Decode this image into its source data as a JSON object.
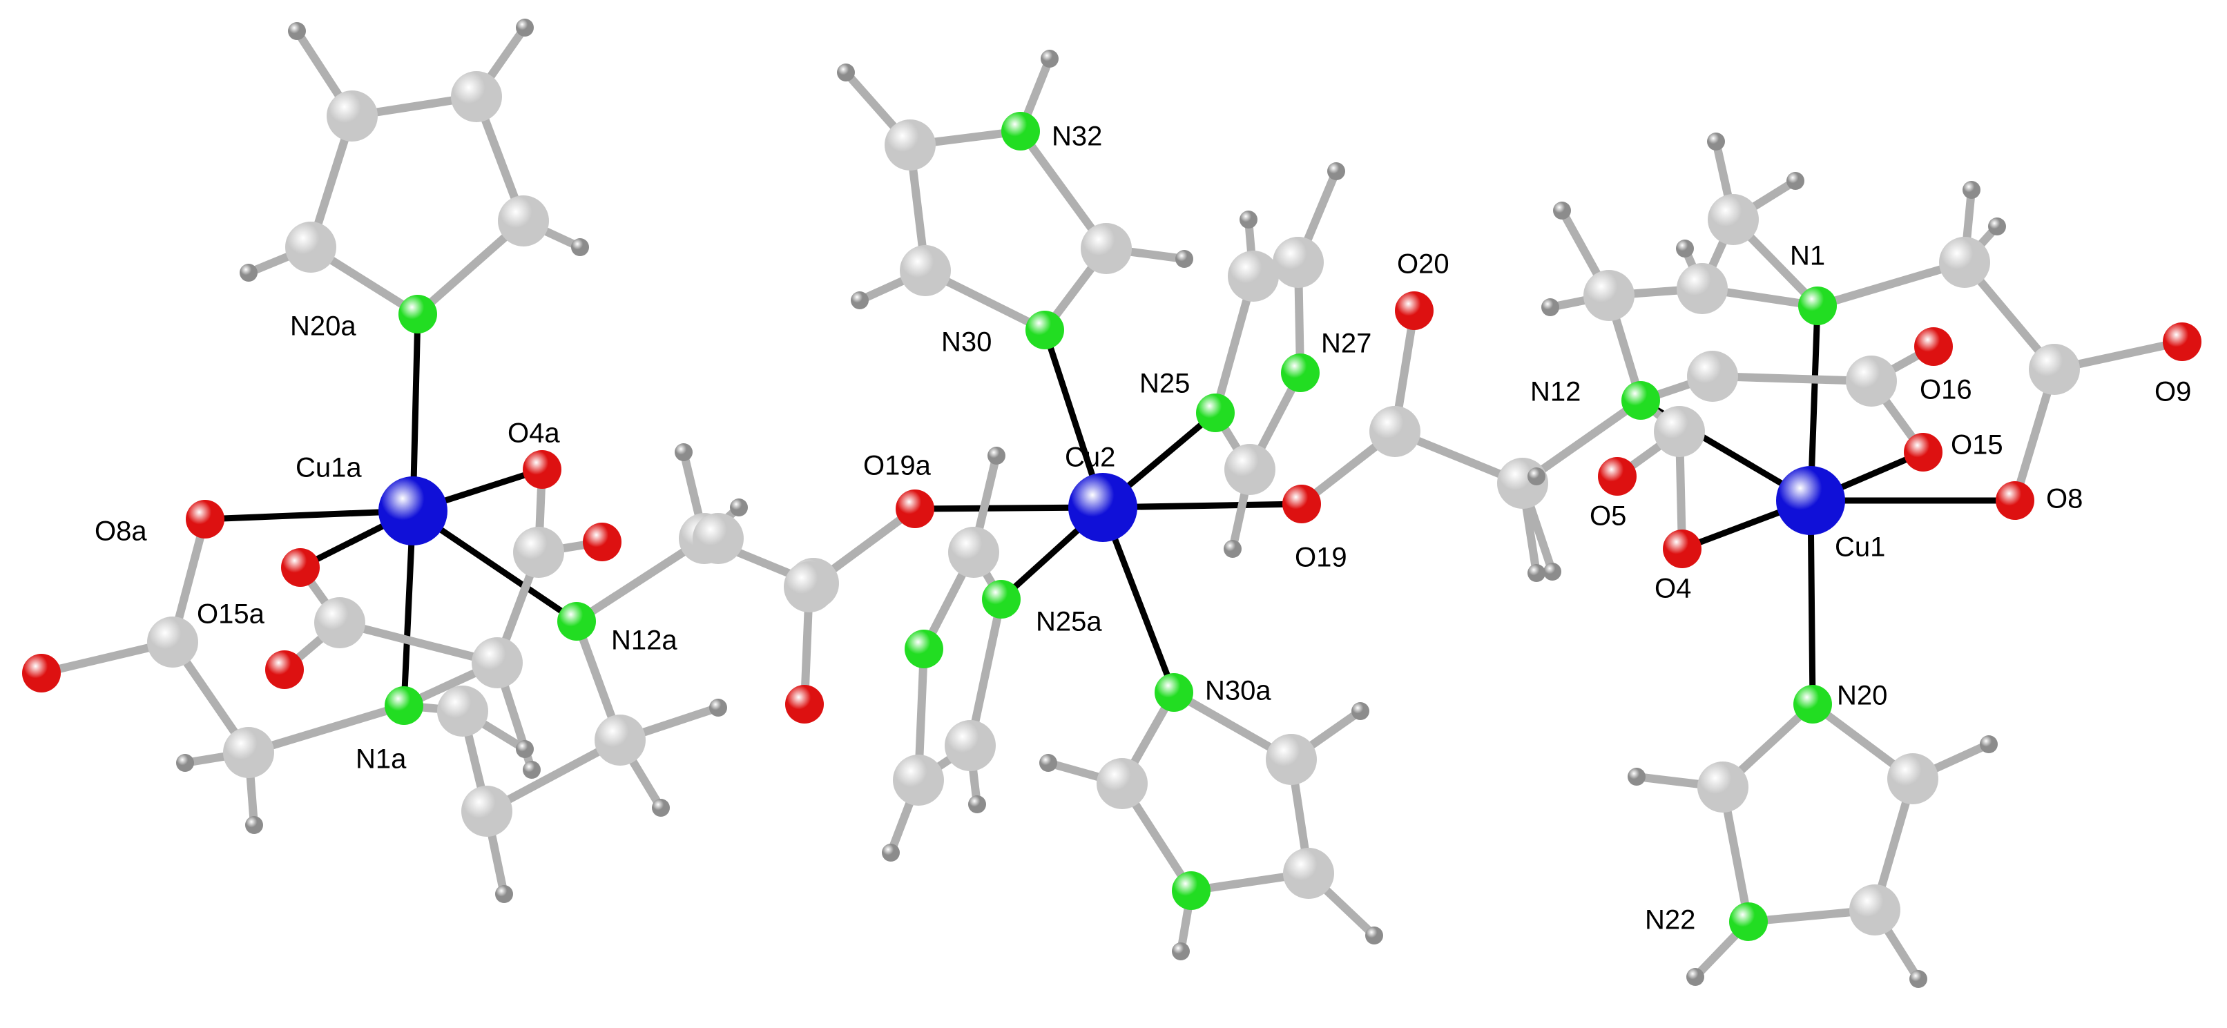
{
  "molecule": {
    "colors": {
      "background": "#ffffff",
      "copper": "#1010d8",
      "nitrogen": "#22dd22",
      "oxygen": "#dd1111",
      "carbon": "#c8c8c8",
      "hydrogen": "#8c8c8c",
      "metal_bond": "#000000",
      "organic_bond": "#b0b0b0",
      "label": "#000000"
    },
    "labels": {
      "Cu1a": "Cu1a",
      "Cu2": "Cu2",
      "Cu1": "Cu1",
      "N20a": "N20a",
      "N12a": "N12a",
      "N1a": "N1a",
      "N32": "N32",
      "N30": "N30",
      "N25": "N25",
      "N27": "N27",
      "N25a": "N25a",
      "N30a": "N30a",
      "N1": "N1",
      "N12": "N12",
      "N20": "N20",
      "N22": "N22",
      "O8a": "O8a",
      "O4a": "O4a",
      "O15a": "O15a",
      "O19a": "O19a",
      "O20": "O20",
      "O19": "O19",
      "O16": "O16",
      "O15": "O15",
      "O9": "O9",
      "O5": "O5",
      "O8": "O8",
      "O4": "O4"
    }
  }
}
